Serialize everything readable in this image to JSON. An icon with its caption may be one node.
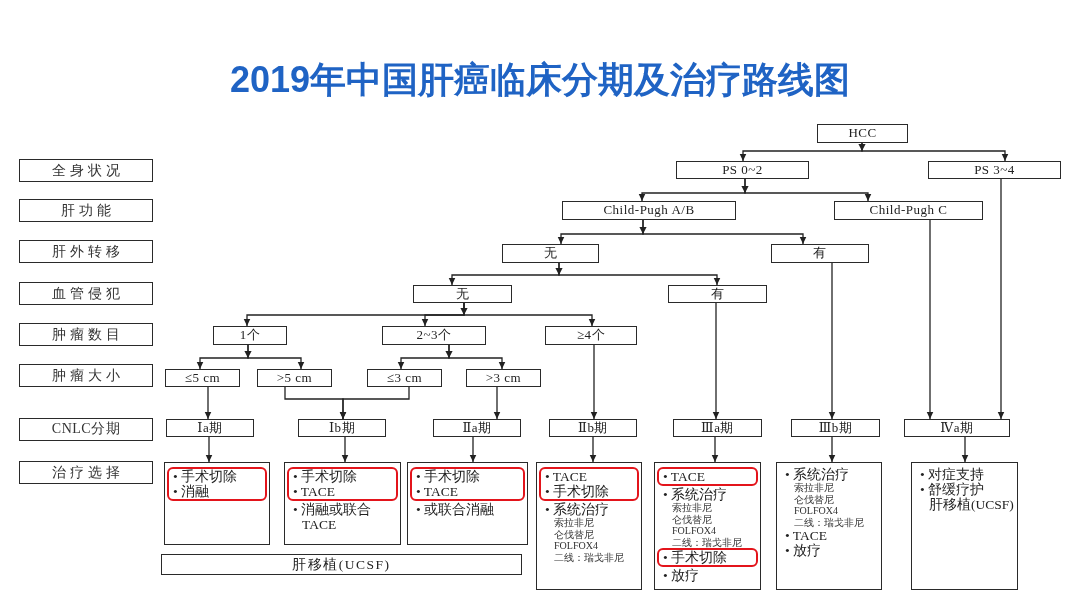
{
  "diagram": {
    "title": "2019年中国肝癌临床分期及治疗路线图",
    "nodes": [
      {
        "text": [
          "HCC"
        ]
      },
      {
        "text": [
          "全身状况"
        ]
      },
      {
        "text": [
          "PS 0~2"
        ]
      },
      {
        "text": [
          "PS 3~4"
        ]
      },
      {
        "text": [
          "肝功能"
        ]
      },
      {
        "text": [
          "Child-Pugh A/B"
        ]
      },
      {
        "text": [
          "Child-Pugh C"
        ]
      },
      {
        "text": [
          "肝外转移"
        ]
      },
      {
        "text": [
          "无"
        ]
      },
      {
        "text": [
          "有"
        ]
      },
      {
        "text": [
          "血管侵犯"
        ]
      },
      {
        "text": [
          "无"
        ]
      },
      {
        "text": [
          "有"
        ]
      },
      {
        "text": [
          "肿瘤数目"
        ]
      },
      {
        "text": [
          "1个"
        ]
      },
      {
        "text": [
          "2~3个"
        ]
      },
      {
        "text": [
          "≥4个"
        ]
      },
      {
        "text": [
          "肿瘤大小"
        ]
      },
      {
        "text": [
          "≤5 cm"
        ]
      },
      {
        "text": [
          ">5 cm"
        ]
      },
      {
        "text": [
          "≤3 cm"
        ]
      },
      {
        "text": [
          ">3 cm"
        ]
      },
      {
        "text": [
          "CNLC分期"
        ]
      },
      {
        "text": [
          "Ⅰa期"
        ]
      },
      {
        "text": [
          "Ⅰb期"
        ]
      },
      {
        "text": [
          "Ⅱa期"
        ]
      },
      {
        "text": [
          "Ⅱb期"
        ]
      },
      {
        "text": [
          "Ⅲa期"
        ]
      },
      {
        "text": [
          "Ⅲb期"
        ]
      },
      {
        "text": [
          "Ⅳa期"
        ]
      },
      {
        "text": [
          "治疗选择"
        ]
      },
      {
        "text": [],
        "shape": "box"
      },
      {
        "text": [
          "• 手术切除",
          "• 消融"
        ],
        "in": 31
      },
      {
        "text": [
          "• 消融或联合TACE"
        ]
      },
      {
        "text": [
          "• 手术切除",
          "• TACE"
        ],
        "in": 33
      },
      {
        "text": [
          "• 或联合消融"
        ]
      },
      {
        "text": [
          "• 手术切除",
          "• TACE"
        ],
        "in": 35
      },
      {
        "text": [
          "• 系统治疗",
          "索拉非尼",
          "仑伐替尼",
          "FOLFOX4",
          "二线：瑞戈非尼"
        ]
      },
      {
        "text": [
          "• TACE",
          "• 手术切除"
        ],
        "in": 37
      },
      {
        "text": [
          "• 系统治疗",
          "索拉非尼",
          "仑伐替尼",
          "FOLFOX4",
          "二线：瑞戈非尼",
          "• 放疗"
        ]
      },
      {
        "text": [
          "• TACE"
        ],
        "in": 39
      },
      {
        "text": [
          "• 手术切除"
        ],
        "in": 39
      },
      {
        "text": [
          "• 系统治疗",
          "索拉非尼",
          "仑伐替尼",
          "FOLFOX4",
          "二线：瑞戈非尼",
          "• TACE",
          "• 放疗"
        ]
      },
      {
        "text": [
          "• 对症支持",
          "• 舒缓疗护",
          "肝移植(UCSF)"
        ]
      },
      {
        "text": [
          "肝移植(UCSF)"
        ]
      }
    ],
    "edges": [
      {
        "from": 0,
        "to": 2,
        "arrow": "to"
      },
      {
        "from": 0,
        "to": 3,
        "arrow": "to"
      },
      {
        "from": 2,
        "to": 5,
        "arrow": "to"
      },
      {
        "from": 2,
        "to": 6,
        "arrow": "to"
      },
      {
        "from": 5,
        "to": 8,
        "arrow": "to"
      },
      {
        "from": 5,
        "to": 9,
        "arrow": "to"
      },
      {
        "from": 8,
        "to": 11,
        "arrow": "to"
      },
      {
        "from": 8,
        "to": 12,
        "arrow": "to"
      },
      {
        "from": 11,
        "to": 14,
        "arrow": "to"
      },
      {
        "from": 11,
        "to": 15,
        "arrow": "to"
      },
      {
        "from": 11,
        "to": 16,
        "arrow": "to"
      },
      {
        "from": 14,
        "to": 18,
        "arrow": "to"
      },
      {
        "from": 14,
        "to": 19,
        "arrow": "to"
      },
      {
        "from": 15,
        "to": 20,
        "arrow": "to"
      },
      {
        "from": 15,
        "to": 21,
        "arrow": "to"
      },
      {
        "from": 18,
        "to": 23,
        "arrow": "to"
      },
      {
        "from": 19,
        "to": 24,
        "arrow": "to"
      },
      {
        "from": 20,
        "to": 24,
        "arrow": "to"
      },
      {
        "from": 21,
        "to": 25,
        "arrow": "to"
      },
      {
        "from": 16,
        "to": 26,
        "arrow": "to"
      },
      {
        "from": 12,
        "to": 27,
        "arrow": "to"
      },
      {
        "from": 9,
        "to": 28,
        "arrow": "to"
      },
      {
        "from": 6,
        "to": 29,
        "arrow": "to"
      },
      {
        "from": 3,
        "to": 29,
        "arrow": "to"
      },
      {
        "from": 23,
        "to": 31,
        "arrow": "to"
      },
      {
        "from": 24,
        "to": 33,
        "arrow": "to"
      },
      {
        "from": 25,
        "to": 35,
        "arrow": "to"
      },
      {
        "from": 26,
        "to": 37,
        "arrow": "to"
      },
      {
        "from": 27,
        "to": 39,
        "arrow": "to"
      },
      {
        "from": 28,
        "to": 42,
        "arrow": "to"
      },
      {
        "from": 29,
        "to": 43,
        "arrow": "to"
      }
    ]
  }
}
